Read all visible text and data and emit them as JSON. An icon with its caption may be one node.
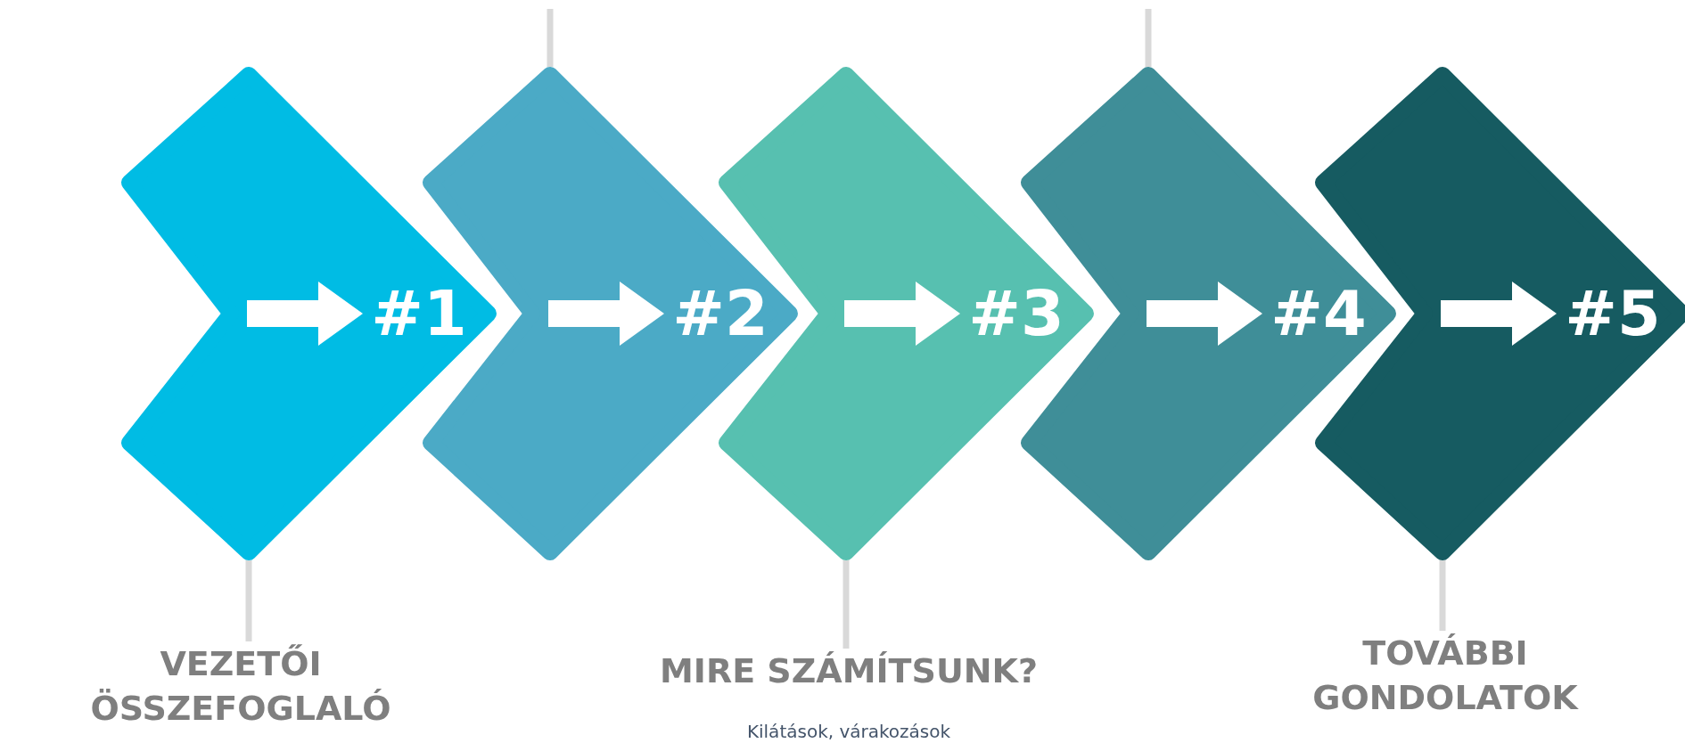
{
  "diagram": {
    "nodes": [
      {
        "text": [
          "#1"
        ]
      },
      {
        "text": [
          "#2"
        ]
      },
      {
        "text": [
          "#3"
        ]
      },
      {
        "text": [
          "#4"
        ]
      },
      {
        "text": [
          "#5"
        ]
      },
      {
        "text": [
          "VEZETŐI ÖSSZEFOGLALÓ"
        ]
      },
      {
        "text": [
          "MIRE SZÁMÍTSUNK?",
          "Kilátások, várakozások"
        ]
      },
      {
        "text": [
          "TOVÁBBI GONDOLATOK"
        ]
      }
    ],
    "edges": [
      {
        "from": 0,
        "to": 5,
        "arrow": "none"
      },
      {
        "from": null,
        "to": 1,
        "arrow": "none"
      },
      {
        "from": 2,
        "to": 6,
        "arrow": "none"
      },
      {
        "from": null,
        "to": 3,
        "arrow": "none"
      },
      {
        "from": 4,
        "to": 7,
        "arrow": "none"
      }
    ]
  }
}
